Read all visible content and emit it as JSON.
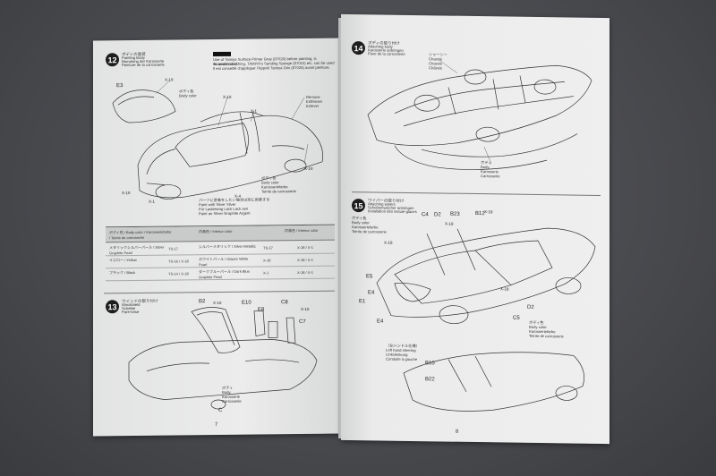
{
  "left_page": {
    "page_number": "7",
    "step12": {
      "number": "12",
      "jp_title": "ボディの塗装",
      "title_lines": [
        "Painting Body",
        "Bemalung der Karosserie",
        "Peinture de la carrosserie"
      ],
      "notes": [
        "Use of Tamiya Surface Primer Gray (87026) before painting, is recommended.",
        "To avoid scratching, TAMIYA's Sanding Sponge (87010) etc. can be used",
        "Il est conseillé d'appliquer l'Apprêt Tamiya Gris (87026) avant peinture."
      ],
      "remove_labels": [
        "Remove",
        "Entfernen",
        "Enlever"
      ],
      "callouts": [
        "E3",
        "X-18",
        "X-18",
        "X-1",
        "X-18",
        "X-1",
        "X-4",
        "X-18"
      ],
      "body_color_labels": [
        "ボディ色",
        "Body color",
        "Karosseriefarbe",
        "Teinte de carrosserie"
      ],
      "bottom_note": [
        "パーツに塗装をしたい場合は別に用意する",
        "Paint with Silver Silver",
        "Für Lackiewng Lack Lack sen",
        "Paint an Silver Graphite Argent"
      ]
    },
    "paint_table": {
      "headers": [
        "ボディ色 / Body color / Karosseriefarbe / Teinte de carrosserie",
        "内装色 / Interior color",
        "内装色 / Interior color"
      ],
      "rows": [
        [
          "メタリックシルバーパール / Silver Graphite Pearl",
          "TS-17",
          "シルバーメタリック / Silver Metallic",
          "TS-17",
          "X-18 / X-1"
        ],
        [
          "イエロー / Yellow",
          "TS-16 / X-18",
          "ホワイトパール / Glacier White Pearl",
          "X-18",
          "X-18 / X-1"
        ],
        [
          "ブラック / Black",
          "TS-14 / X-18",
          "ダークブルーパール / Dark Blue Graphite Pearl",
          "X-1",
          "X-18 / X-1"
        ]
      ]
    },
    "step13": {
      "number": "13",
      "jp_title": "ウインドの取り付け",
      "title_lines": [
        "Windshield",
        "Scheibe",
        "Pare-brise"
      ],
      "callouts": [
        "B2",
        "E10",
        "E8",
        "C8",
        "C7",
        "X-18",
        "X-18"
      ],
      "body_labels": [
        "ボディ",
        "Body",
        "Karosserie",
        "Carrosserie"
      ],
      "bottom_callout": "C"
    }
  },
  "right_page": {
    "page_number": "8",
    "step14": {
      "number": "14",
      "jp_title": "ボディの取り付け",
      "title_lines": [
        "Attaching body",
        "Karosserie anbringen",
        "Pose de la carrosserie"
      ],
      "chassis_labels": [
        "シャーシー",
        "Chassis",
        "Chassis",
        "Châssis"
      ],
      "body_labels": [
        "ボディ",
        "Body",
        "Karosserie",
        "Carrosserie"
      ]
    },
    "step15": {
      "number": "15",
      "jp_title": "ワイパーの取り付け",
      "title_lines": [
        "Attaching wipers",
        "Scheibenwischer anbringen",
        "Installation des essuie-glaces"
      ],
      "body_color_labels": [
        "ボディ色",
        "Body color",
        "Karosseriefarbe",
        "Teinte de carrosserie"
      ],
      "callouts": [
        "C4",
        "D2",
        "B23",
        "B12",
        "E5",
        "E4",
        "E1",
        "D2",
        "C5",
        "E4",
        "B10",
        "B22",
        "X-18",
        "X-18",
        "X-18",
        "X-18"
      ],
      "lhd_labels": [
        "（左ハンドル仕様）",
        "Left hand steering",
        "Linkslenkung",
        "Conduite à gauche"
      ]
    }
  },
  "colors": {
    "background": "#4a4b4f",
    "paper": "#ececec",
    "ink": "#222222"
  }
}
